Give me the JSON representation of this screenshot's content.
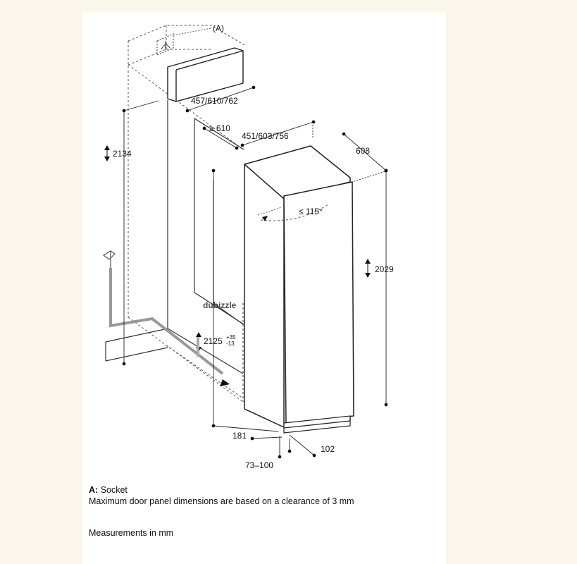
{
  "diagram": {
    "callout_a": "(A)",
    "dimensions": {
      "niche_width": "457/610/762",
      "niche_depth_min": "≥ 610",
      "appliance_depth_variants": "451/603/756",
      "appliance_width": "608",
      "niche_height": "2134",
      "appliance_height": "2029",
      "door_angle": "≤ 115°",
      "panel_height": "2125",
      "panel_tol_plus": "+35",
      "panel_tol_minus": "-13",
      "plinth_depth": "181",
      "plinth_height": "102",
      "foot_range": "73–100"
    },
    "watermark": "dubizzle",
    "icons": [
      "socket-icon",
      "water-tap-icon"
    ]
  },
  "notes": {
    "socket_label": "A:",
    "socket_text": "Socket",
    "door_panel_note": "Maximum door panel dimensions are based on a clearance of 3 mm",
    "units_note": "Measurements in mm"
  }
}
